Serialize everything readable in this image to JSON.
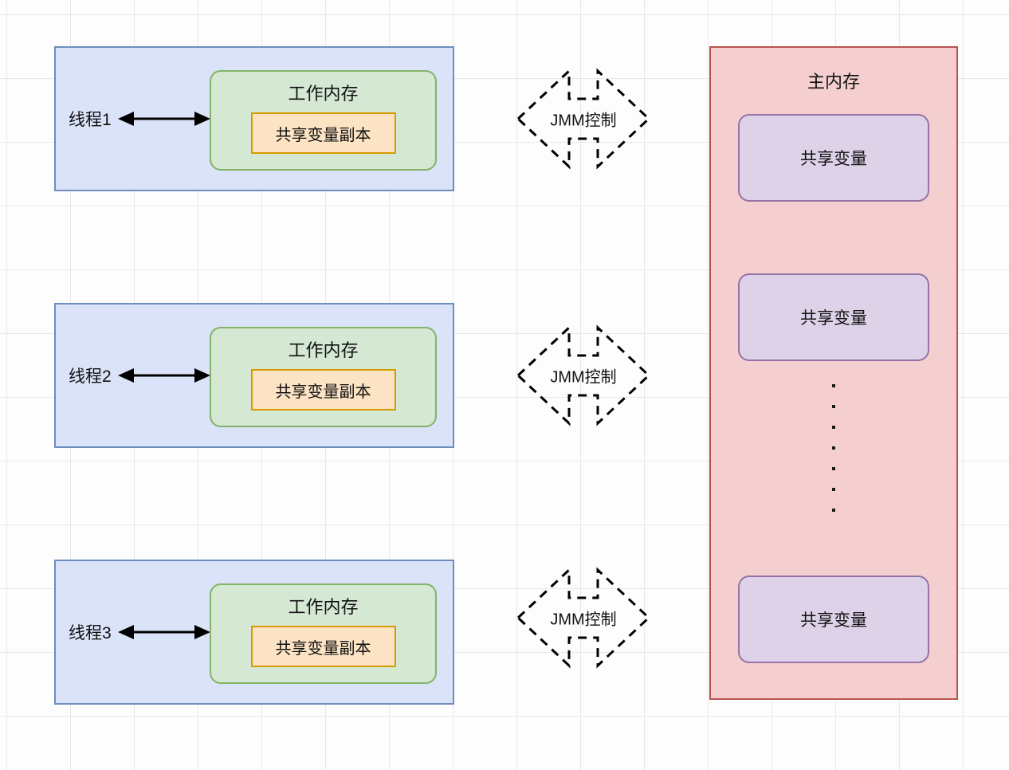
{
  "diagram": {
    "title": "Java Memory Model (JMM) Diagram",
    "colors": {
      "thread_box_fill": "#dae3f8",
      "thread_box_border": "#6c8ebf",
      "working_memory_fill": "#d5e8d4",
      "working_memory_border": "#82b366",
      "variable_copy_fill": "#fce3c3",
      "variable_copy_border": "#d79b00",
      "main_memory_fill": "#f5cfcf",
      "main_memory_border": "#b85450",
      "shared_variable_fill": "#ddd2e8",
      "shared_variable_border": "#9673a6",
      "arrow_stroke": "#000000",
      "grid_line": "#e8e8e8"
    }
  },
  "threads": [
    {
      "label": "线程1",
      "working_memory_title": "工作内存",
      "variable_copy_label": "共享变量副本"
    },
    {
      "label": "线程2",
      "working_memory_title": "工作内存",
      "variable_copy_label": "共享变量副本"
    },
    {
      "label": "线程3",
      "working_memory_title": "工作内存",
      "variable_copy_label": "共享变量副本"
    }
  ],
  "jmm_arrows": [
    {
      "label": "JMM控制"
    },
    {
      "label": "JMM控制"
    },
    {
      "label": "JMM控制"
    }
  ],
  "main_memory": {
    "title": "主内存",
    "shared_variables": [
      {
        "label": "共享变量"
      },
      {
        "label": "共享变量"
      },
      {
        "label": "共享变量"
      }
    ],
    "ellipsis_dot_count": 7
  }
}
